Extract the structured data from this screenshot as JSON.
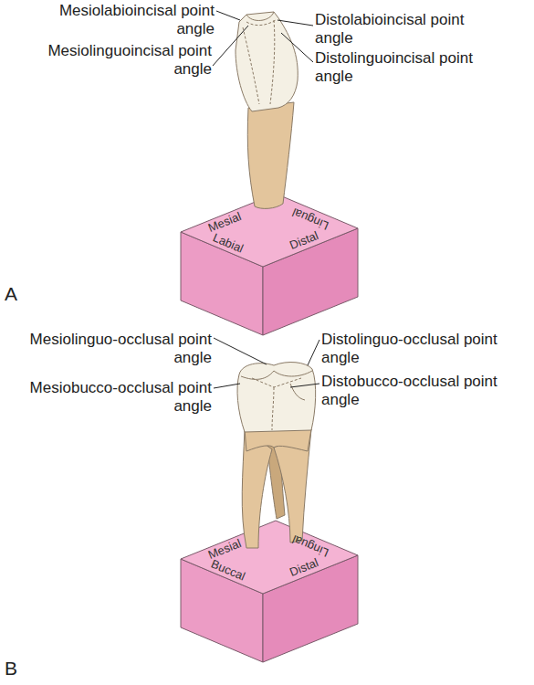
{
  "diagram": {
    "labels": [
      "Mesiolabioincisal point angle",
      "Distolabioincisal point angle",
      "Mesiolinguoincisal point angle",
      "Distolinguoincisal point angle",
      "Mesial",
      "Lingual",
      "Labial",
      "Distal",
      "A",
      "Mesiolinguo-occlusal point angle",
      "Distolinguo-occlusal point angle",
      "Mesiobucco-occlusal point angle",
      "Distobucco-occlusal point angle",
      "Mesial",
      "Lingual",
      "Buccal",
      "Distal",
      "B"
    ]
  }
}
